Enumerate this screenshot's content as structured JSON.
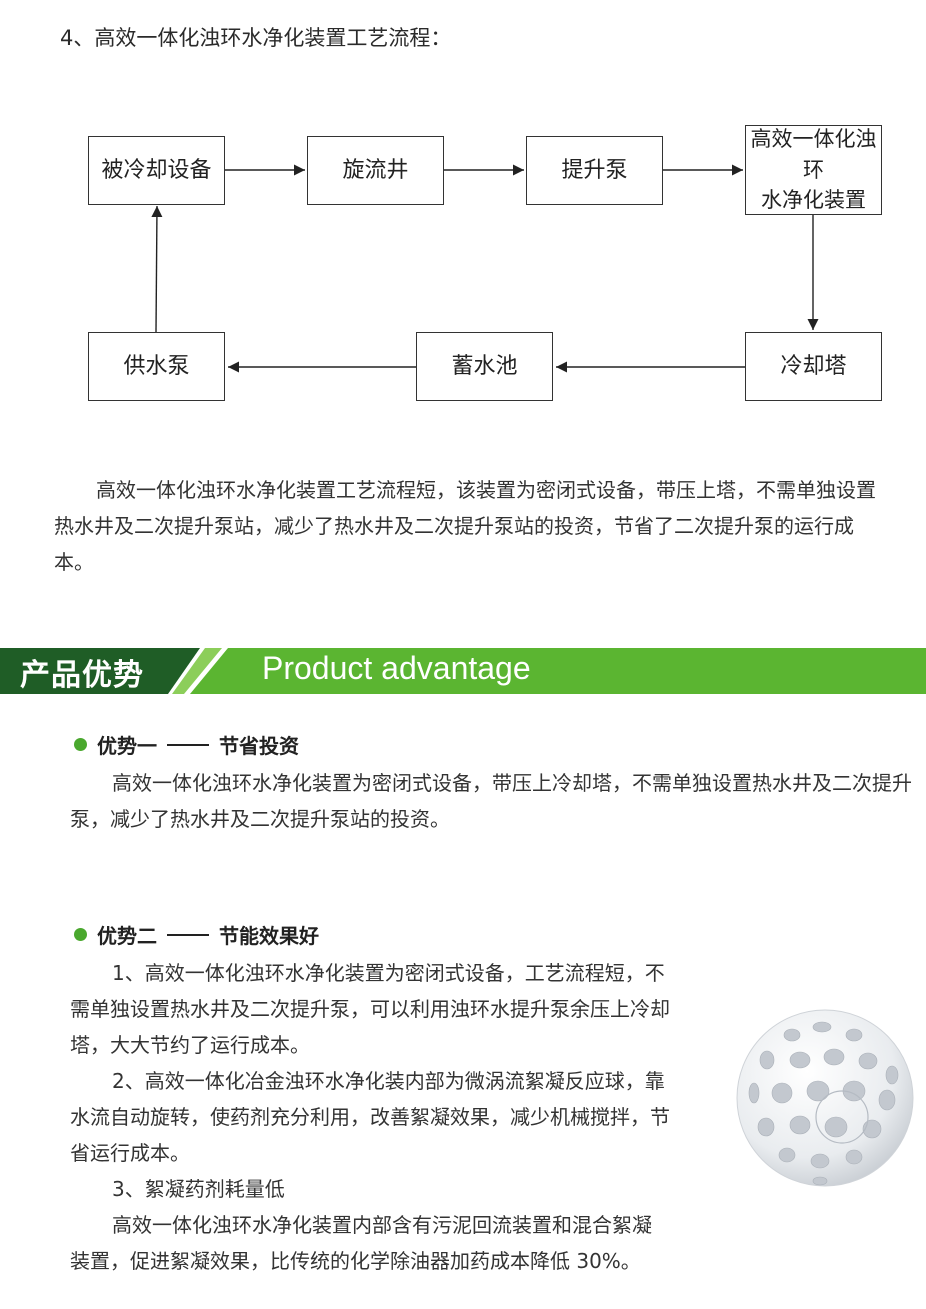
{
  "heading": "4、高效一体化浊环水净化装置工艺流程：",
  "flow": {
    "box1": "被冷却设备",
    "box2": "旋流井",
    "box3": "提升泵",
    "box4_line1": "高效一体化浊环",
    "box4_line2": "水净化装置",
    "box5": "冷却塔",
    "box6": "蓄水池",
    "box7": "供水泵"
  },
  "intro_text": "高效一体化浊环水净化装置工艺流程短，该装置为密闭式设备，带压上塔，不需单独设置热水井及二次提升泵站，减少了热水井及二次提升泵站的投资，节省了二次提升泵的运行成本。",
  "banner": {
    "cn": "产品优势",
    "en": "Product advantage",
    "dark_color": "#1f5d26",
    "green_color": "#5bb531"
  },
  "advantage1": {
    "title_a": "优势一",
    "title_b": "节省投资",
    "text": "高效一体化浊环水净化装置为密闭式设备，带压上冷却塔，不需单独设置热水井及二次提升泵，减少了热水井及二次提升泵站的投资。"
  },
  "advantage2": {
    "title_a": "优势二",
    "title_b": "节能效果好",
    "p1": "1、高效一体化浊环水净化装置为密闭式设备，工艺流程短，不需单独设置热水井及二次提升泵，可以利用浊环水提升泵余压上冷却塔，大大节约了运行成本。",
    "p2": "2、高效一体化冶金浊环水净化装内部为微涡流絮凝反应球，靠水流自动旋转，使药剂充分利用，改善絮凝效果，减少机械搅拌，节省运行成本。",
    "p3": "3、絮凝药剂耗量低",
    "p4": "高效一体化浊环水净化装置内部含有污泥回流装置和混合絮凝装置，促进絮凝效果，比传统的化学除油器加药成本降低 30%。"
  }
}
